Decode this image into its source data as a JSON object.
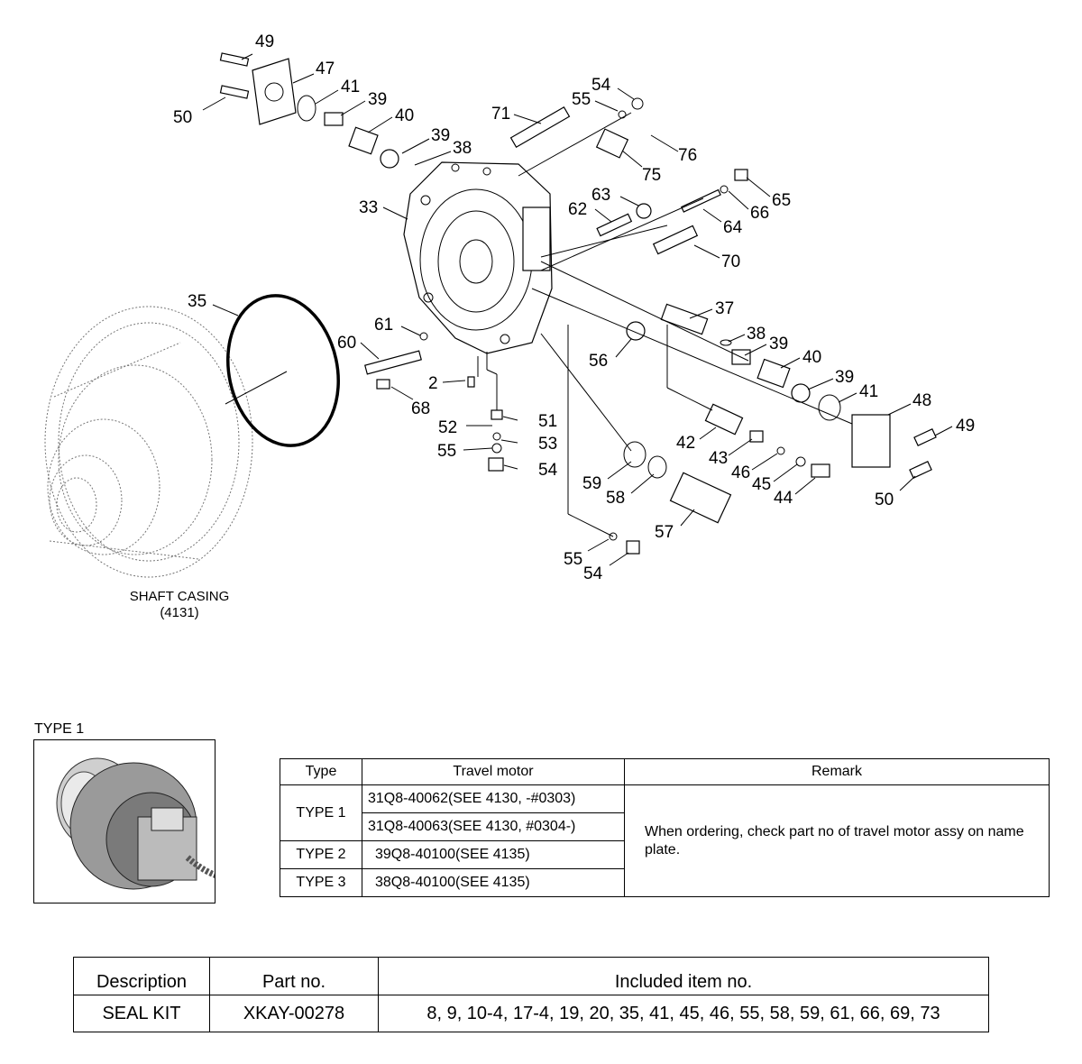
{
  "diagram": {
    "callouts": [
      {
        "id": "c49a",
        "text": "49"
      },
      {
        "id": "c47",
        "text": "47"
      },
      {
        "id": "c41a",
        "text": "41"
      },
      {
        "id": "c39a",
        "text": "39"
      },
      {
        "id": "c40a",
        "text": "40"
      },
      {
        "id": "c50a",
        "text": "50"
      },
      {
        "id": "c39b",
        "text": "39"
      },
      {
        "id": "c38a",
        "text": "38"
      },
      {
        "id": "c71",
        "text": "71"
      },
      {
        "id": "c55a",
        "text": "55"
      },
      {
        "id": "c54a",
        "text": "54"
      },
      {
        "id": "c76",
        "text": "76"
      },
      {
        "id": "c75",
        "text": "75"
      },
      {
        "id": "c33",
        "text": "33"
      },
      {
        "id": "c63",
        "text": "63"
      },
      {
        "id": "c62",
        "text": "62"
      },
      {
        "id": "c65",
        "text": "65"
      },
      {
        "id": "c66",
        "text": "66"
      },
      {
        "id": "c64",
        "text": "64"
      },
      {
        "id": "c70",
        "text": "70"
      },
      {
        "id": "c35",
        "text": "35"
      },
      {
        "id": "c37",
        "text": "37"
      },
      {
        "id": "c61",
        "text": "61"
      },
      {
        "id": "c60",
        "text": "60"
      },
      {
        "id": "c38b",
        "text": "38"
      },
      {
        "id": "c39c",
        "text": "39"
      },
      {
        "id": "c56",
        "text": "56"
      },
      {
        "id": "c40b",
        "text": "40"
      },
      {
        "id": "c2",
        "text": "2"
      },
      {
        "id": "c39d",
        "text": "39"
      },
      {
        "id": "c41b",
        "text": "41"
      },
      {
        "id": "c68",
        "text": "68"
      },
      {
        "id": "c48",
        "text": "48"
      },
      {
        "id": "c52",
        "text": "52"
      },
      {
        "id": "c51",
        "text": "51"
      },
      {
        "id": "c49b",
        "text": "49"
      },
      {
        "id": "c55b",
        "text": "55"
      },
      {
        "id": "c53",
        "text": "53"
      },
      {
        "id": "c42",
        "text": "42"
      },
      {
        "id": "c43",
        "text": "43"
      },
      {
        "id": "c46",
        "text": "46"
      },
      {
        "id": "c54b",
        "text": "54"
      },
      {
        "id": "c59",
        "text": "59"
      },
      {
        "id": "c45",
        "text": "45"
      },
      {
        "id": "c58",
        "text": "58"
      },
      {
        "id": "c44",
        "text": "44"
      },
      {
        "id": "c50b",
        "text": "50"
      },
      {
        "id": "c57",
        "text": "57"
      },
      {
        "id": "c55c",
        "text": "55"
      },
      {
        "id": "c54c",
        "text": "54"
      }
    ],
    "shaft_casing_label": "SHAFT CASING",
    "shaft_casing_ref": "(4131)"
  },
  "type1_caption": "TYPE 1",
  "type_table": {
    "headers": [
      "Type",
      "Travel motor",
      "Remark"
    ],
    "rows": [
      {
        "type": "TYPE 1",
        "motors": [
          "31Q8-40062(SEE 4130, -#0303)",
          "31Q8-40063(SEE 4130, #0304-)"
        ]
      },
      {
        "type": "TYPE 2",
        "motors": [
          "39Q8-40100(SEE 4135)"
        ]
      },
      {
        "type": "TYPE 3",
        "motors": [
          "38Q8-40100(SEE 4135)"
        ]
      }
    ],
    "remark": "When ordering, check part no of travel motor assy on name plate."
  },
  "kit_table": {
    "headers": [
      "Description",
      "Part no.",
      "Included item no."
    ],
    "row": {
      "description": "SEAL KIT",
      "part_no": "XKAY-00278",
      "items": "8, 9, 10-4, 17-4, 19, 20, 35, 41, 45, 46, 55, 58, 59, 61, 66, 69, 73"
    }
  }
}
